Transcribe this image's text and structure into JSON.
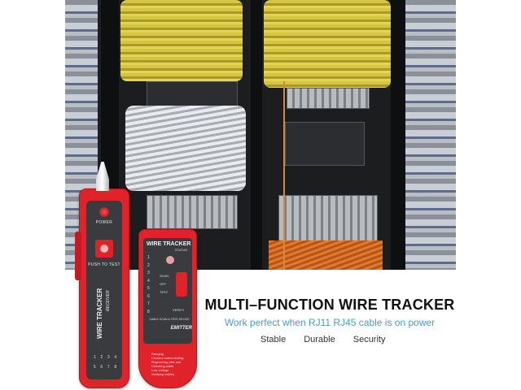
{
  "hero_photo": {
    "subject": "server-rack-network-cabling"
  },
  "receiver": {
    "power_label": "POWER",
    "push_label": "PUSH TO TEST",
    "title": "WIRE TRACKER",
    "subtitle": "RECEIVER",
    "keys": [
      "1",
      "2",
      "3",
      "4",
      "5",
      "6",
      "7",
      "8"
    ]
  },
  "emitter": {
    "title": "WIRE TRACKER",
    "status_label": "STATUS",
    "pins": [
      "1",
      "2",
      "3",
      "4",
      "5",
      "6",
      "7",
      "8"
    ],
    "switch_labels": [
      "SCAN",
      "OFF",
      "TEST"
    ],
    "verify_label": "VERIFY",
    "base_text": "CABLE SCAN & TEST DEVICE",
    "model_label": "EMITTER",
    "features": [
      "Ranging",
      "Circuitry status testing",
      "Registering pins tool",
      "Checking cable",
      "Low voltage",
      "Verifying cables"
    ]
  },
  "marketing": {
    "headline": "MULTI–FUNCTION WIRE TRACKER",
    "subheadline": "Work perfect when RJ11 RJ45 cable is on power",
    "tags": [
      "Stable",
      "Durable",
      "Security"
    ]
  },
  "colors": {
    "device_red": "#e0222b",
    "accent_blue": "#4a9cbf",
    "headline": "#111111"
  }
}
